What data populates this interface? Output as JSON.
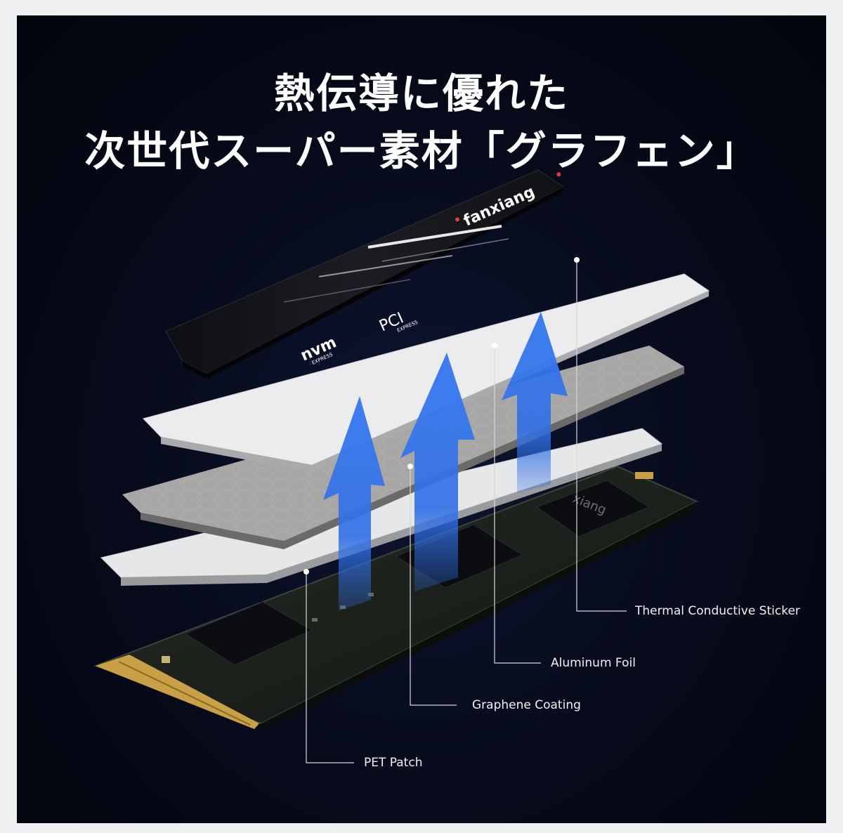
{
  "headline": {
    "line1": "熱伝導に優れた",
    "line2": "次世代スーパー素材「グラフェン」"
  },
  "branding": {
    "brand_text": "fanxiang",
    "nvme_text": "nvm",
    "nvme_sub": "EXPRESS",
    "pcie_text": "PCI",
    "pcie_sub": "EXPRESS",
    "chip_text": "xiang"
  },
  "callouts": {
    "thermal_sticker": "Thermal Conductive Sticker",
    "aluminum_foil": "Aluminum Foil",
    "graphene_coating": "Graphene Coating",
    "pet_patch": "PET Patch"
  },
  "colors": {
    "background": "#060a1a",
    "arrow_blue": "#2f6fe6",
    "sticker_black": "#151619",
    "foil_white": "#e9eaec",
    "graphene_gray": "#a8a6a4",
    "pcb": "#1e241e",
    "gold_contacts": "#c9a046"
  }
}
